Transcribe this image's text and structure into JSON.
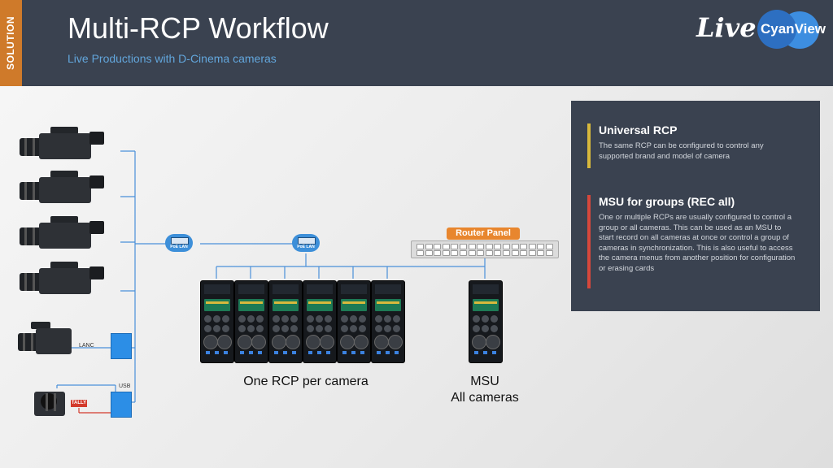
{
  "header": {
    "tag": "SOLUTION",
    "title": "Multi-RCP Workflow",
    "subtitle": "Live Productions with D-Cinema cameras",
    "logo_live": "Live",
    "logo_brand": "CyanView"
  },
  "colors": {
    "header_bg": "#3a4250",
    "tag": "#cf7a2a",
    "accent_blue": "#62a6dc",
    "line_blue": "#4a90d9",
    "yellow_bar": "#d8b93c",
    "red_bar": "#d6473b"
  },
  "diagram": {
    "poe_label": "PoE LAN",
    "lanc_label": "LANC",
    "usb_label": "USB",
    "tally_label": "TALLY",
    "router_label": "Router Panel",
    "rcp_caption": "One RCP per camera",
    "msu_caption_line1": "MSU",
    "msu_caption_line2": "All cameras",
    "cameras": [
      {
        "type": "cinema-camera"
      },
      {
        "type": "cinema-camera"
      },
      {
        "type": "cinema-camera"
      },
      {
        "type": "cinema-camera"
      },
      {
        "type": "camcorder"
      },
      {
        "type": "mirrorless-camera"
      }
    ],
    "rcp_count": 6
  },
  "info": {
    "sections": [
      {
        "title": "Universal RCP",
        "text": "The same RCP can be configured to control any supported brand and model of camera"
      },
      {
        "title": "MSU for groups (REC all)",
        "text": "One or multiple RCPs are usually configured to control a group or all cameras. This can be used as an MSU to start record on all cameras at once or control a group of cameras in synchronization. This is also useful to access the camera menus from another position for configuration or erasing cards"
      }
    ]
  }
}
